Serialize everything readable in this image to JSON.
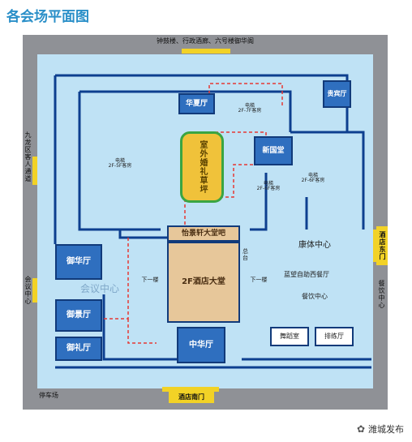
{
  "title": "各会场平面图",
  "labels": {
    "top_entrance": "钟鼓楼、行政酒廊、六号楼御华阁",
    "left_top": "九龙区客人通道",
    "left_mid": "会议中心",
    "left_bottom": "停车场",
    "right_entrance": "酒店东门",
    "right_side": "餐饮中心",
    "bottom_entrance": "酒店南门"
  },
  "rooms": {
    "huahua": "华夏厅",
    "guibin": "贵宾厅",
    "xinzhuotang": "新国堂",
    "outdoor": "室外婚礼草坪",
    "lobby_bar": "怡景轩大堂吧",
    "lobby": "2F酒店大堂",
    "health": "康体中心",
    "buffet": "蓝望自助西餐厅",
    "food_center": "餐饮中心",
    "banquet_a": "御华厅",
    "banquet_b": "御景厅",
    "banquet_c": "御礼厅",
    "meeting_center": "会议中心",
    "zhonghua": "中华厅",
    "stage1": "舞蹈室",
    "stage2": "排练厅",
    "down1": "下一楼",
    "down2": "下一楼",
    "front_desk": "总台"
  },
  "elevators": {
    "e1": "电梯\n2F-7F客房",
    "e2": "电梯\n2F-5F客房",
    "e3": "电梯\n2F-6F客房",
    "e4": "电梯\n2F-6F客房"
  },
  "footer": "潍城发布",
  "colors": {
    "background": "#8f9196",
    "inner": "#bfe2f5",
    "room": "#2f6fbf",
    "lobby": "#e7c79a",
    "lawn": "#f0c23a",
    "route": "#e53935"
  }
}
